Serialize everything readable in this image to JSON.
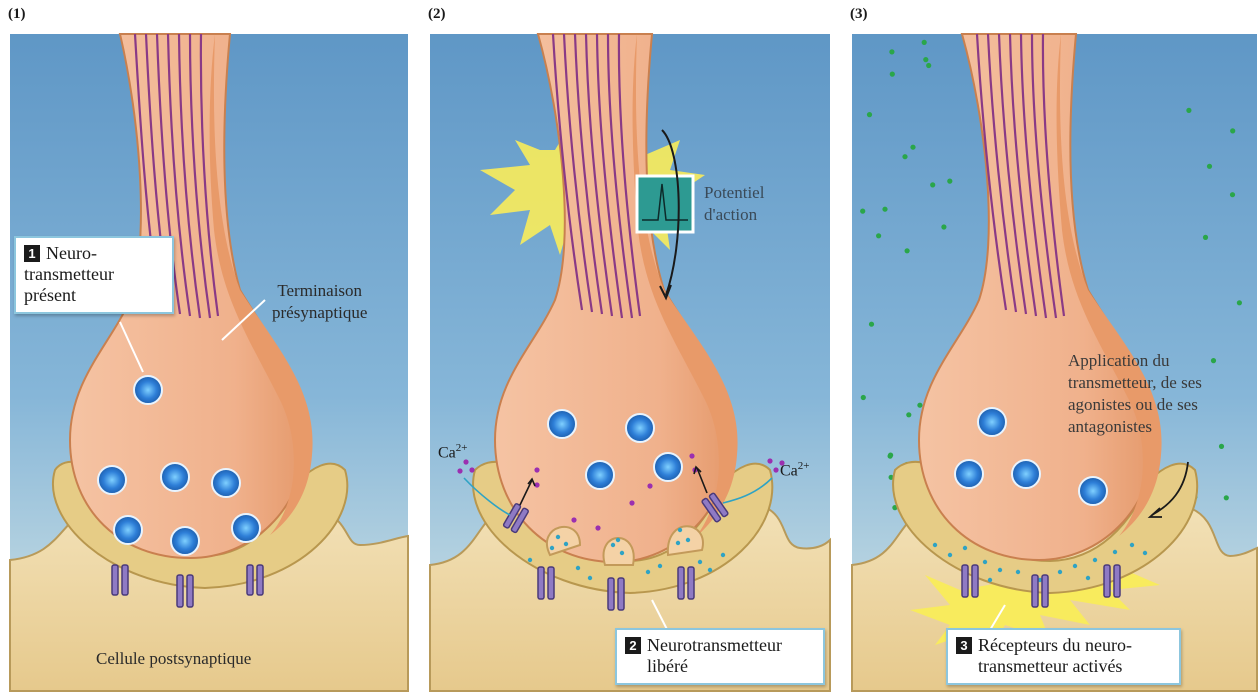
{
  "panels": [
    {
      "label": "(1)"
    },
    {
      "label": "(2)"
    },
    {
      "label": "(3)"
    }
  ],
  "panel1": {
    "callout_number": "1",
    "callout_text": [
      "Neuro-",
      "transmetteur",
      "présent"
    ],
    "terminal_label": [
      "Terminaison",
      "présynaptique"
    ],
    "post_label": "Cellule postsynaptique"
  },
  "panel2": {
    "action_potential": [
      "Potentiel",
      "d'action"
    ],
    "ca_left": "Ca",
    "ca_right": "Ca",
    "ca_charge": "2+",
    "callout_number": "2",
    "callout_text": [
      "Neurotransmetteur",
      "libéré"
    ]
  },
  "panel3": {
    "application_text": [
      "Application du",
      "transmetteur, de ses",
      "agonistes ou de ses",
      "antagonistes"
    ],
    "callout_number": "3",
    "callout_text": [
      "Récepteurs du neuro-",
      "transmetteur activés"
    ]
  },
  "colors": {
    "sky_top": "#5f97c6",
    "sky_bottom": "#cfe3ea",
    "terminal": "#f2b897",
    "terminal_edge": "#d98a5c",
    "axon_stripes": "#8a3a86",
    "post_cell": "#efd9a8",
    "cleft": "#e8d08a",
    "vesicle": "#2e7fd8",
    "receptor": "#8f7ac4",
    "calcium": "#9b2fb0",
    "transmitter_dot": "#2aa64a",
    "flash": "#f9ec5a"
  }
}
